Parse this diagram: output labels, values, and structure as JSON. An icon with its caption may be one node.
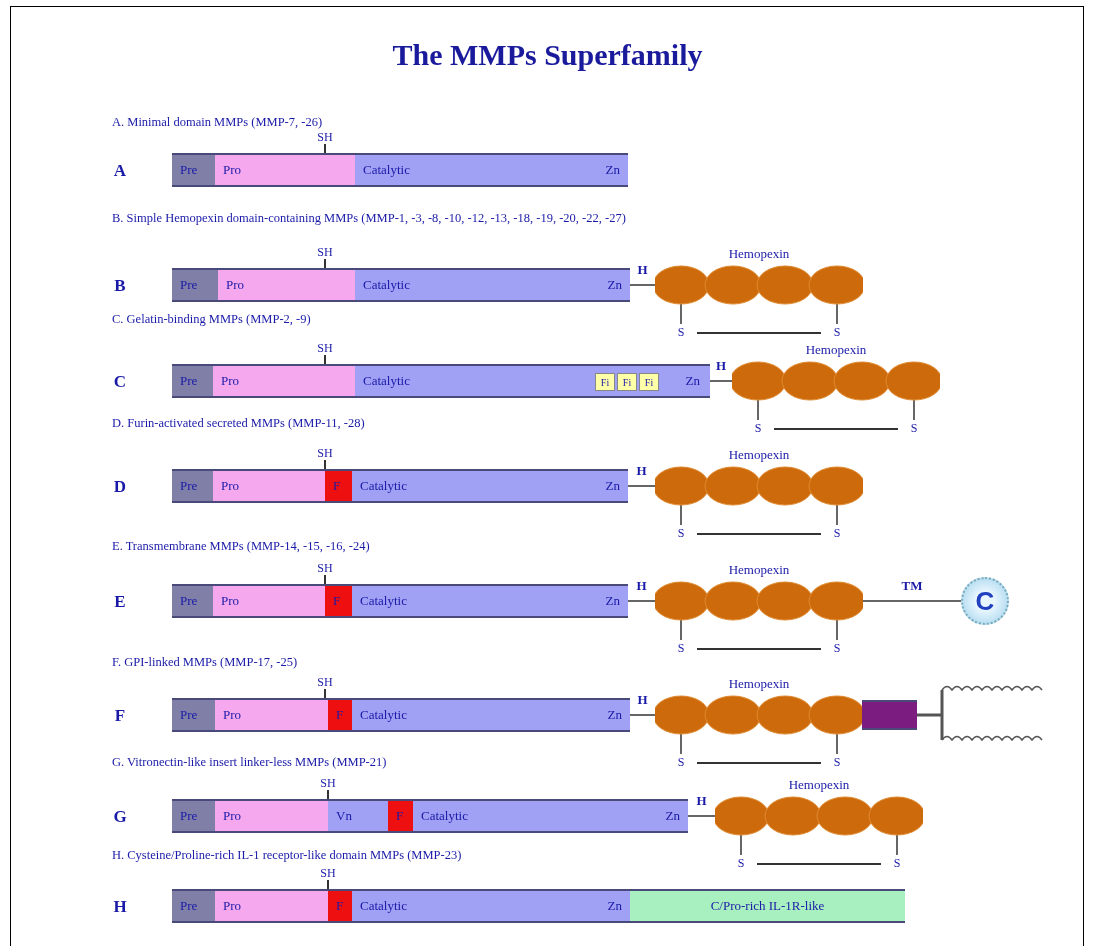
{
  "diagram": {
    "title": "The MMPs Superfamily",
    "nodes": [
      {
        "text": [
          "Pre"
        ]
      },
      {
        "text": [
          "Pro"
        ],
        "beside": [
          "SH"
        ]
      },
      {
        "text": [
          "Catalytic",
          "Zn"
        ]
      },
      {
        "text": [
          "Pre"
        ]
      },
      {
        "text": [
          "Pro"
        ],
        "beside": [
          "SH"
        ]
      },
      {
        "text": [
          "Catalytic",
          "Zn"
        ]
      },
      {
        "text": [
          "Hemopexin"
        ]
      },
      {
        "text": [
          "Pre"
        ]
      },
      {
        "text": [
          "Pro"
        ],
        "beside": [
          "SH"
        ]
      },
      {
        "text": [
          "Catalytic",
          "Zn"
        ]
      },
      {
        "text": [
          "Fi"
        ],
        "in": 9
      },
      {
        "text": [
          "Fi"
        ],
        "in": 9
      },
      {
        "text": [
          "Fi"
        ],
        "in": 9
      },
      {
        "text": [
          "Hemopexin"
        ]
      },
      {
        "text": [
          "Pre"
        ]
      },
      {
        "text": [
          "Pro"
        ],
        "beside": [
          "SH"
        ]
      },
      {
        "text": [
          "F"
        ]
      },
      {
        "text": [
          "Catalytic",
          "Zn"
        ]
      },
      {
        "text": [
          "Hemopexin"
        ]
      },
      {
        "text": [
          "Pre"
        ]
      },
      {
        "text": [
          "Pro"
        ],
        "beside": [
          "SH"
        ]
      },
      {
        "text": [
          "F"
        ]
      },
      {
        "text": [
          "Catalytic",
          "Zn"
        ]
      },
      {
        "text": [
          "Hemopexin"
        ]
      },
      {
        "text": [
          "C"
        ]
      },
      {
        "text": [
          "Pre"
        ]
      },
      {
        "text": [
          "Pro"
        ],
        "beside": [
          "SH"
        ]
      },
      {
        "text": [
          "F"
        ]
      },
      {
        "text": [
          "Catalytic",
          "Zn"
        ]
      },
      {
        "text": [
          "Hemopexin"
        ]
      },
      {
        "text": [],
        "shape": "box"
      },
      {
        "text": [
          "Pre"
        ]
      },
      {
        "text": [
          "Pro"
        ],
        "beside": [
          "SH"
        ]
      },
      {
        "text": [
          "Vn"
        ]
      },
      {
        "text": [
          "F"
        ]
      },
      {
        "text": [
          "Catalytic",
          "Zn"
        ]
      },
      {
        "text": [
          "Hemopexin"
        ]
      },
      {
        "text": [
          "Pre"
        ]
      },
      {
        "text": [
          "Pro"
        ],
        "beside": [
          "SH"
        ]
      },
      {
        "text": [
          "F"
        ]
      },
      {
        "text": [
          "Catalytic",
          "Zn"
        ]
      },
      {
        "text": [
          "C/Pro-rich IL-1R-like"
        ]
      }
    ],
    "edges": [
      {
        "from": 5,
        "to": 6,
        "arrow": "none",
        "label": "H"
      },
      {
        "from": 9,
        "to": 13,
        "arrow": "none",
        "label": "H"
      },
      {
        "from": 17,
        "to": 18,
        "arrow": "none",
        "label": "H"
      },
      {
        "from": 22,
        "to": 23,
        "arrow": "none",
        "label": "H"
      },
      {
        "from": 23,
        "to": 24,
        "arrow": "none",
        "label": "TM"
      },
      {
        "from": 28,
        "to": 29,
        "arrow": "none",
        "label": "H"
      },
      {
        "from": 35,
        "to": 36,
        "arrow": "none",
        "label": "H"
      }
    ],
    "labels": [
      "A. Minimal domain MMPs (MMP-7, -26)",
      "A",
      "B. Simple Hemopexin domain-containing MMPs (MMP-1, -3, -8, -10, -12, -13, -18, -19, -20, -22, -27)",
      "B",
      "S",
      "S",
      "C. Gelatin-binding MMPs (MMP-2, -9)",
      "C",
      "S",
      "S",
      "D. Furin-activated secreted MMPs (MMP-11, -28)",
      "D",
      "S",
      "S",
      "E. Transmembrane MMPs (MMP-14, -15, -16, -24)",
      "E",
      "S",
      "S",
      "F. GPI-linked MMPs (MMP-17, -25)",
      "F",
      "S",
      "S",
      "G. Vitronectin-like insert linker-less MMPs (MMP-21)",
      "G",
      "S",
      "S",
      "H. Cysteine/Proline-rich IL-1 receptor-like domain MMPs (MMP-23)",
      "H"
    ]
  }
}
